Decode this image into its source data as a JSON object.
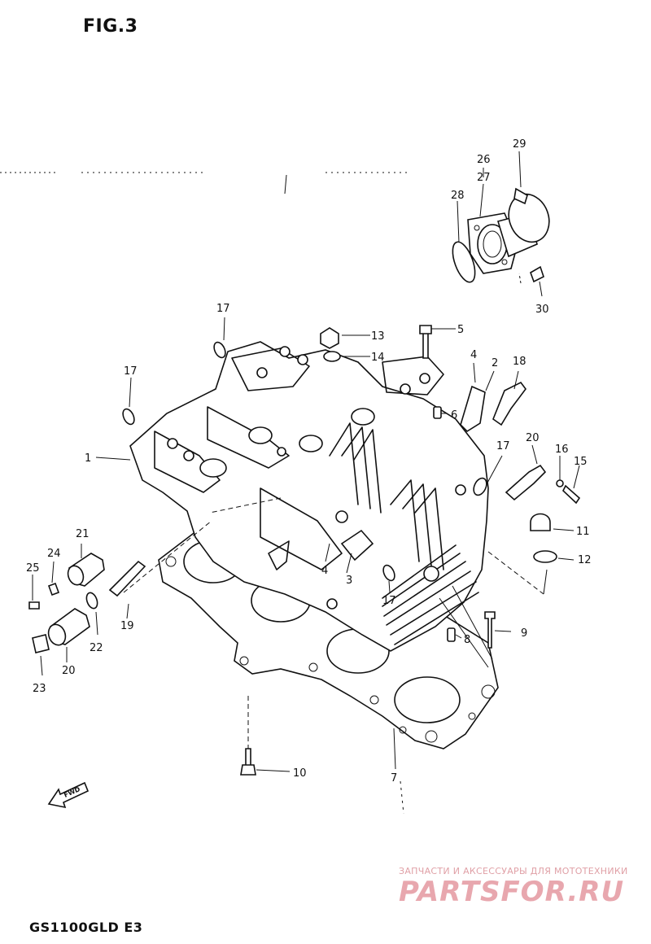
{
  "figure": {
    "title": "FIG.3",
    "model": "GS1100GLD E3"
  },
  "watermark": {
    "tagline": "ЗАПЧАСТИ И АКСЕССУАРЫ ДЛЯ МОТОТЕХНИКИ",
    "logo": "PARTSFOR.RU"
  },
  "direction_arrow": {
    "label": "FWD"
  },
  "callouts": {
    "c1": "1",
    "c2": "2",
    "c3": "3",
    "c4a": "4",
    "c4b": "4",
    "c5": "5",
    "c6": "6",
    "c7": "7",
    "c8": "8",
    "c9": "9",
    "c10": "10",
    "c11": "11",
    "c12": "12",
    "c13": "13",
    "c14": "14",
    "c15": "15",
    "c16": "16",
    "c17a": "17",
    "c17b": "17",
    "c17c": "17",
    "c17d": "17",
    "c18": "18",
    "c19": "19",
    "c20a": "20",
    "c20b": "20",
    "c21": "21",
    "c22": "22",
    "c23": "23",
    "c24": "24",
    "c25": "25",
    "c26": "26",
    "c27": "27",
    "c28": "28",
    "c29": "29",
    "c30": "30"
  }
}
